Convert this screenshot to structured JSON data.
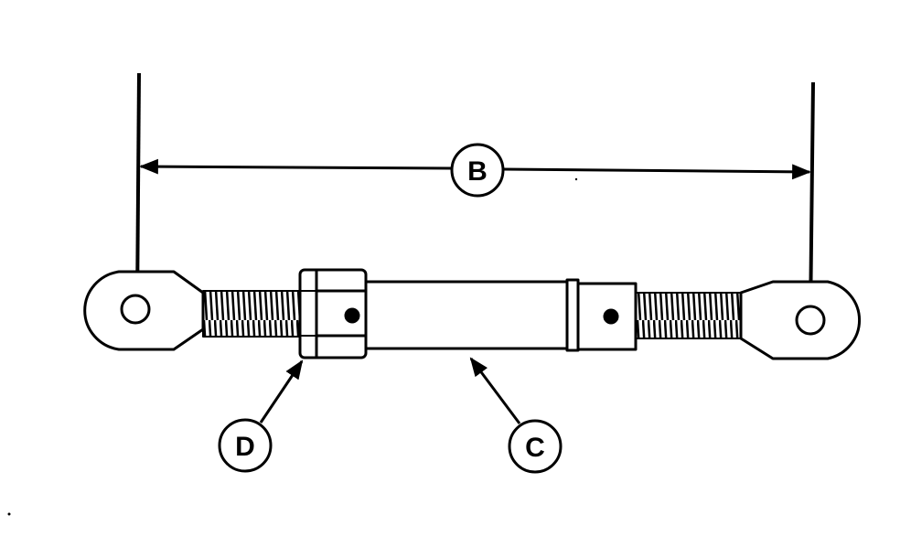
{
  "labels": {
    "dimension": "B",
    "tube": "C",
    "locknut": "D"
  },
  "colors": {
    "ink": "#000000",
    "background": "#ffffff"
  }
}
